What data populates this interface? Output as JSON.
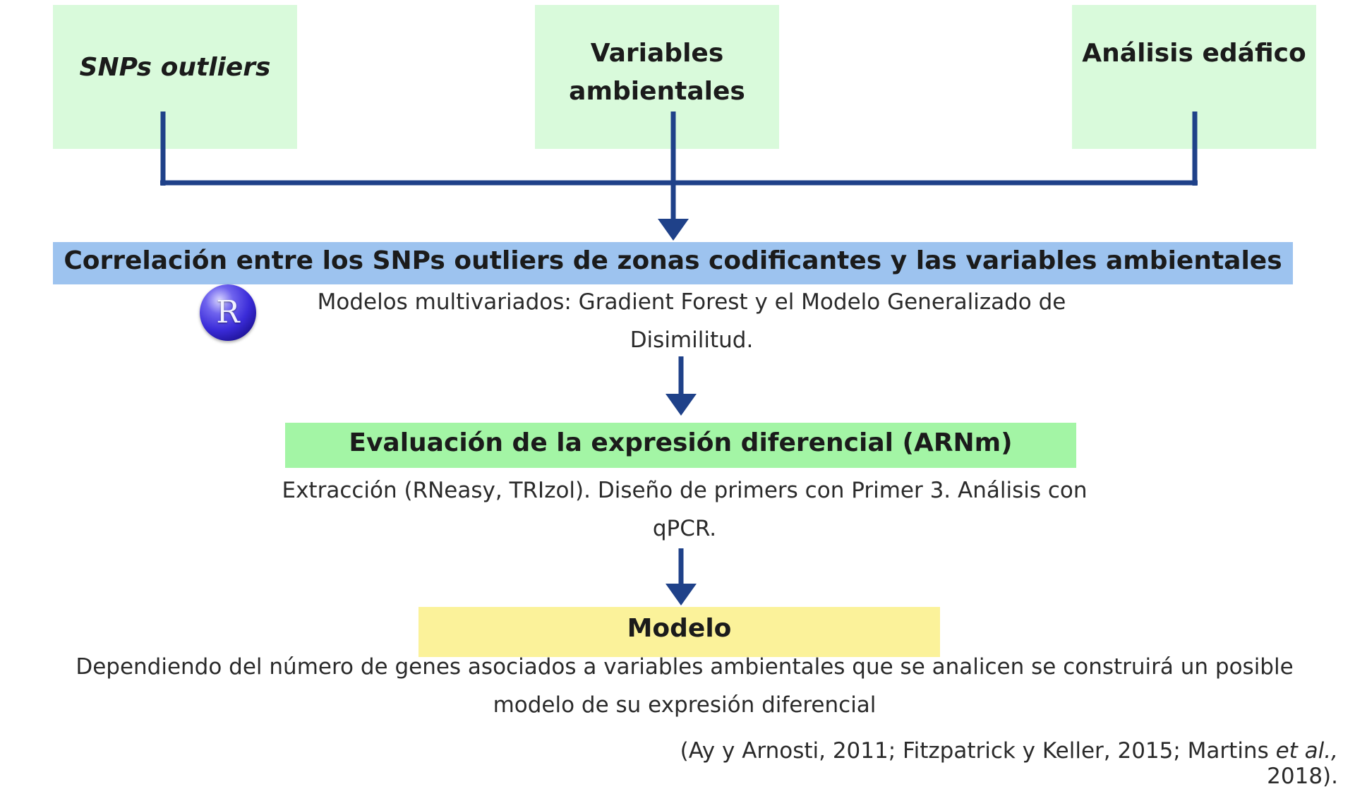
{
  "top_boxes": {
    "snps": "SNPs outliers",
    "variables_line1": "Variables",
    "variables_line2": "ambientales",
    "analisis": "Análisis edáfico"
  },
  "correlacion": {
    "title": "Correlación entre los SNPs outliers de zonas codificantes y las variables ambientales",
    "desc_line1": "Modelos multivariados: Gradient Forest y el Modelo Generalizado de",
    "desc_line2": "Disimilitud."
  },
  "evaluacion": {
    "title": "Evaluación de la expresión diferencial (ARNm)",
    "desc_line1": "Extracción (RNeasy, TRIzol). Diseño de primers con Primer 3. Análisis con",
    "desc_line2": "qPCR."
  },
  "modelo": {
    "title": "Modelo",
    "desc_line1": "Dependiendo del número de genes asociados a variables ambientales que se analicen se construirá un posible",
    "desc_line2": "modelo de su expresión diferencial"
  },
  "citation": {
    "before": "(Ay y Arnosti, 2011; Fitzpatrick y Keller, 2015; Martins ",
    "italic": "et al.,",
    "after": " 2018)."
  },
  "logo": {
    "letter": "R"
  },
  "colors": {
    "green_light": "#d9fadb",
    "blue_bar": "#9dc3ef",
    "green_bar": "#a3f5a5",
    "yellow_bar": "#fbf29a",
    "connector": "#1f4189"
  }
}
